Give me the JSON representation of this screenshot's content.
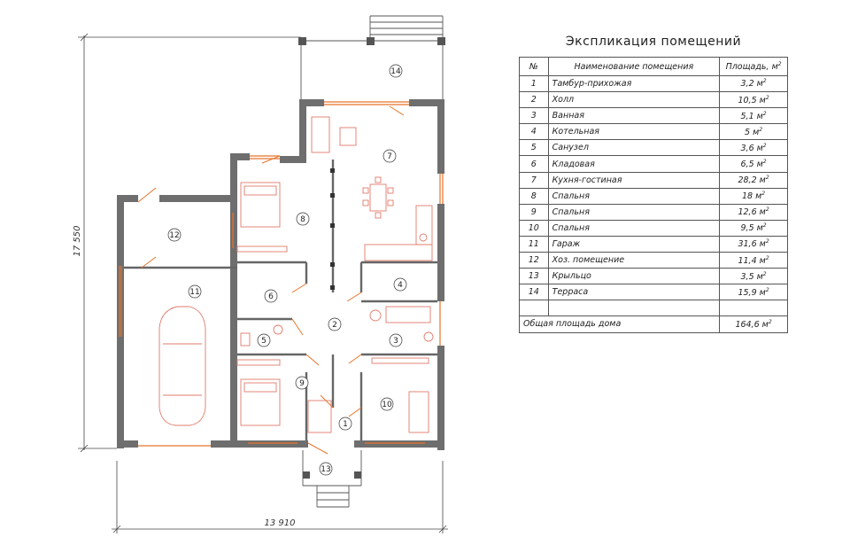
{
  "dimensions": {
    "height": "17 550",
    "width": "13 910"
  },
  "plan_rooms": [
    {
      "id": "r1",
      "number": "1"
    },
    {
      "id": "r2",
      "number": "2"
    },
    {
      "id": "r3",
      "number": "3"
    },
    {
      "id": "r4",
      "number": "4"
    },
    {
      "id": "r5",
      "number": "5"
    },
    {
      "id": "r6",
      "number": "6"
    },
    {
      "id": "r7",
      "number": "7"
    },
    {
      "id": "r8",
      "number": "8"
    },
    {
      "id": "r9",
      "number": "9"
    },
    {
      "id": "r10",
      "number": "10"
    },
    {
      "id": "r11",
      "number": "11"
    },
    {
      "id": "r12",
      "number": "12"
    },
    {
      "id": "r13",
      "number": "13"
    },
    {
      "id": "r14",
      "number": "14"
    }
  ],
  "explication": {
    "title": "Экспликация помещений",
    "headers": {
      "num": "№",
      "name": "Наименование помещения",
      "area": "Площадь, м",
      "area_sup": "2"
    },
    "rows": [
      {
        "num": "1",
        "name": "Тамбур-прихожая",
        "area": "3,2 м",
        "sup": "2"
      },
      {
        "num": "2",
        "name": "Холл",
        "area": "10,5 м",
        "sup": "2"
      },
      {
        "num": "3",
        "name": "Ванная",
        "area": "5,1 м",
        "sup": "2"
      },
      {
        "num": "4",
        "name": "Котельная",
        "area": "5 м",
        "sup": "2"
      },
      {
        "num": "5",
        "name": "Санузел",
        "area": "3,6 м",
        "sup": "2"
      },
      {
        "num": "6",
        "name": "Кладовая",
        "area": "6,5 м",
        "sup": "2"
      },
      {
        "num": "7",
        "name": "Кухня-гостиная",
        "area": "28,2 м",
        "sup": "2"
      },
      {
        "num": "8",
        "name": "Спальня",
        "area": "18 м",
        "sup": "2"
      },
      {
        "num": "9",
        "name": "Спальня",
        "area": "12,6 м",
        "sup": "2"
      },
      {
        "num": "10",
        "name": "Спальня",
        "area": "9,5 м",
        "sup": "2"
      },
      {
        "num": "11",
        "name": "Гараж",
        "area": "31,6 м",
        "sup": "2"
      },
      {
        "num": "12",
        "name": "Хоз. помещение",
        "area": "11,4 м",
        "sup": "2"
      },
      {
        "num": "13",
        "name": "Крыльцо",
        "area": "3,5 м",
        "sup": "2"
      },
      {
        "num": "14",
        "name": "Терраса",
        "area": "15,9 м",
        "sup": "2"
      }
    ],
    "total": {
      "label": "Общая площадь дома",
      "area": "164,6 м",
      "sup": "2"
    }
  },
  "colors": {
    "wall": "#555555",
    "accent": "#e8732a",
    "furniture": "#e07b6a",
    "line": "#333333"
  }
}
